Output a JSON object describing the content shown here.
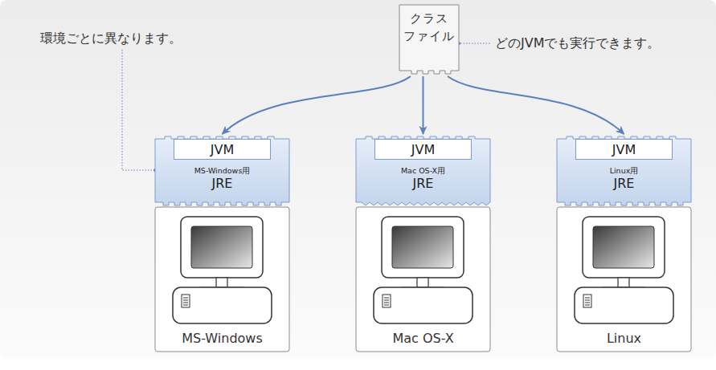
{
  "diagram": {
    "nodes": [
      {
        "text": [
          "クラス ファイル"
        ]
      },
      {
        "text": [
          "MS-Windows用",
          "JRE"
        ]
      },
      {
        "text": [
          "JVM"
        ],
        "in": 1
      },
      {
        "text": [
          "Mac OS-X用",
          "JRE"
        ]
      },
      {
        "text": [
          "JVM"
        ],
        "in": 3
      },
      {
        "text": [
          "Linux用",
          "JRE"
        ]
      },
      {
        "text": [
          "JVM"
        ],
        "in": 5
      },
      {
        "text": [
          "MS-Windows"
        ]
      },
      {
        "text": [
          "Mac OS-X"
        ]
      },
      {
        "text": [
          "Linux"
        ]
      }
    ],
    "edges": [
      {
        "from": 0,
        "to": 1,
        "arrow": "to"
      },
      {
        "from": 0,
        "to": 3,
        "arrow": "to"
      },
      {
        "from": 0,
        "to": 5,
        "arrow": "to"
      }
    ],
    "labels": [
      "環境ごとに異なります。",
      "どのJVMでも実行できます。"
    ]
  }
}
